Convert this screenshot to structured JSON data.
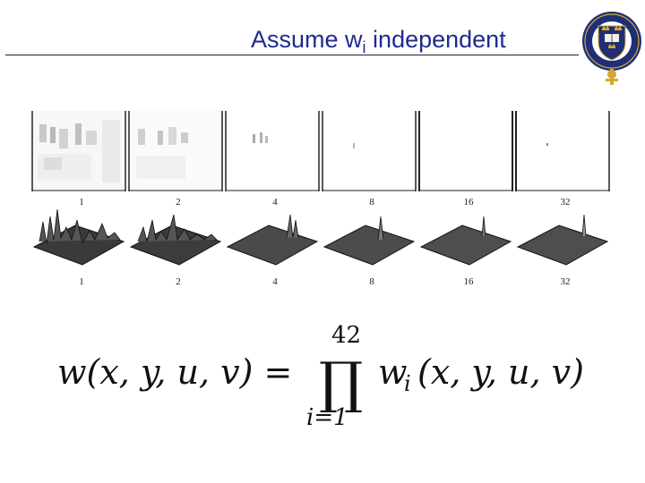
{
  "slide": {
    "title_main": "Assume w",
    "title_sub": "i",
    "title_rest": " independent"
  },
  "top_row": {
    "labels": [
      "1",
      "2",
      "4",
      "8",
      "16",
      "32"
    ]
  },
  "bottom_row": {
    "labels": [
      "1",
      "2",
      "4",
      "8",
      "16",
      "32"
    ]
  },
  "formula": {
    "lhs": "w(x, y, u, v) =",
    "upper_limit": "42",
    "product_symbol": "∏",
    "lower_limit": "i=1",
    "rhs_var": "w",
    "rhs_sub": "i",
    "rhs_args": "(x, y, u, v)"
  },
  "colors": {
    "title": "#1f2b8c",
    "crest_blue": "#1e2f78",
    "crest_gold": "#d4a82a"
  }
}
